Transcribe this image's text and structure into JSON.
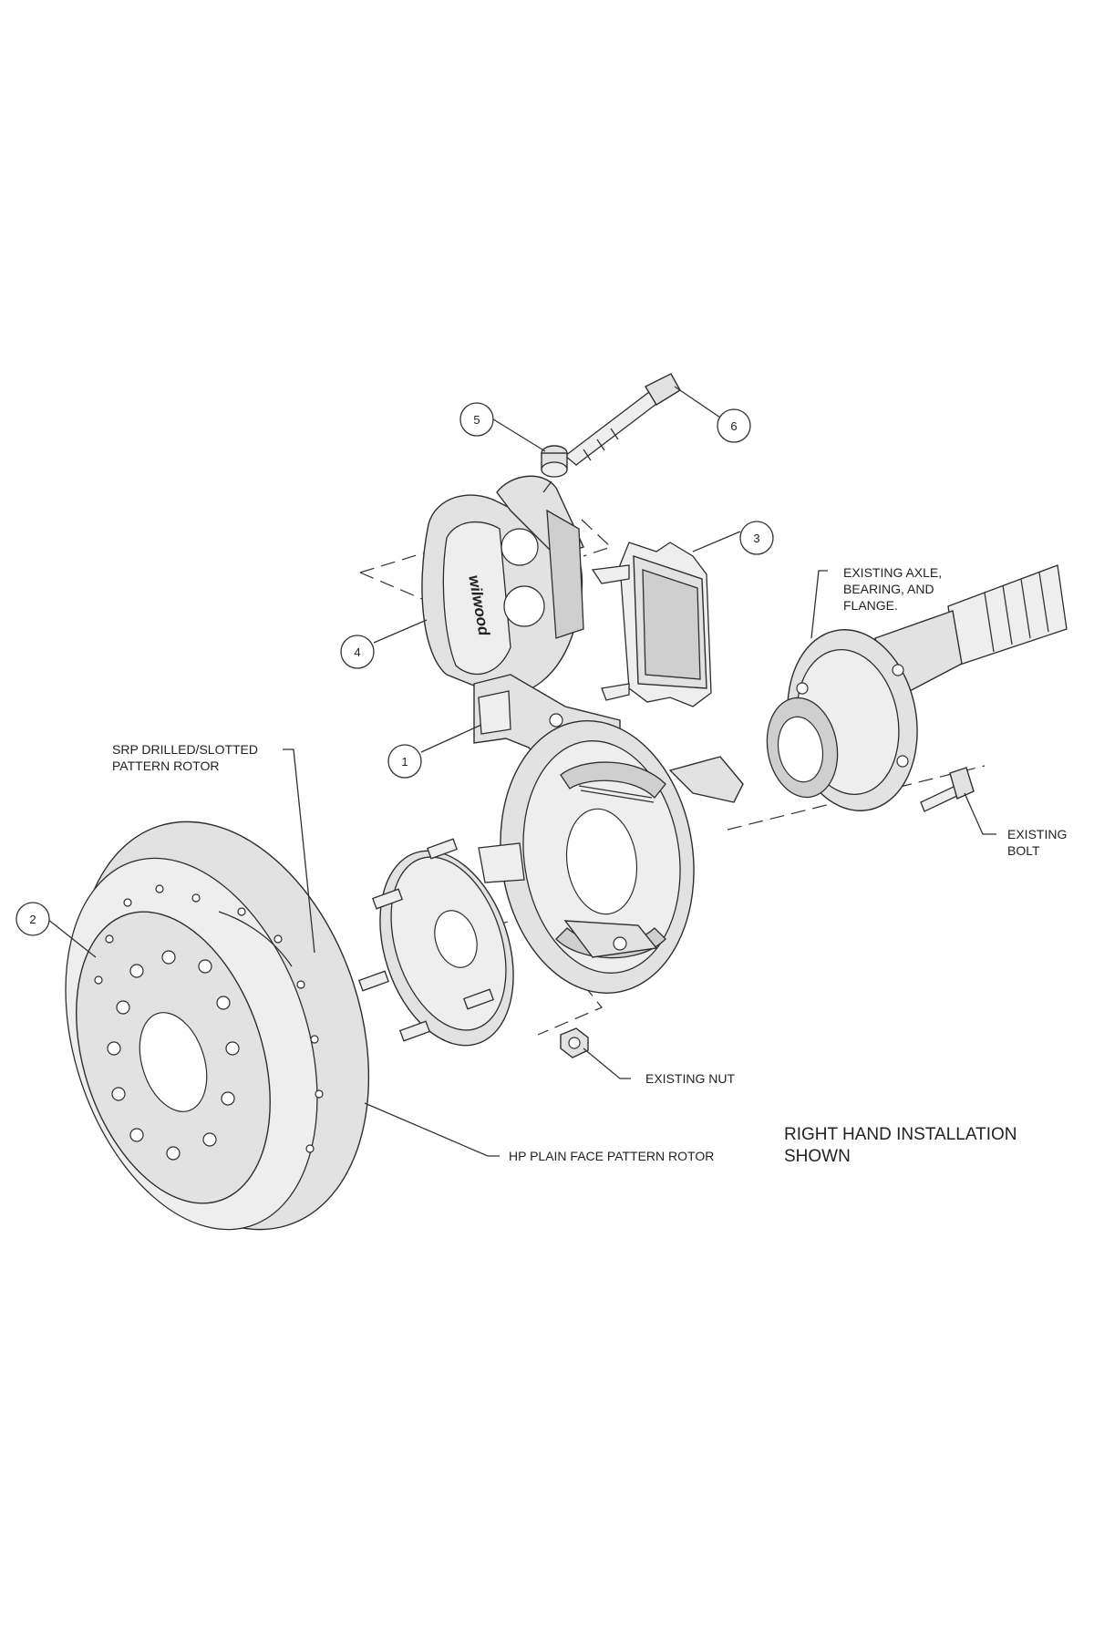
{
  "callouts": [
    "1",
    "2",
    "3",
    "4",
    "5",
    "6"
  ],
  "labels": {
    "srp_rotor": [
      "SRP DRILLED/SLOTTED",
      "PATTERN ROTOR"
    ],
    "existing_axle": [
      "EXISTING AXLE,",
      "BEARING, AND",
      "FLANGE."
    ],
    "existing_bolt": [
      "EXISTING",
      "BOLT"
    ],
    "existing_nut": "EXISTING NUT",
    "hp_rotor": "HP PLAIN FACE PATTERN ROTOR",
    "installation_note": [
      "RIGHT HAND INSTALLATION",
      "SHOWN"
    ]
  },
  "caliper_brand": "wilwood"
}
